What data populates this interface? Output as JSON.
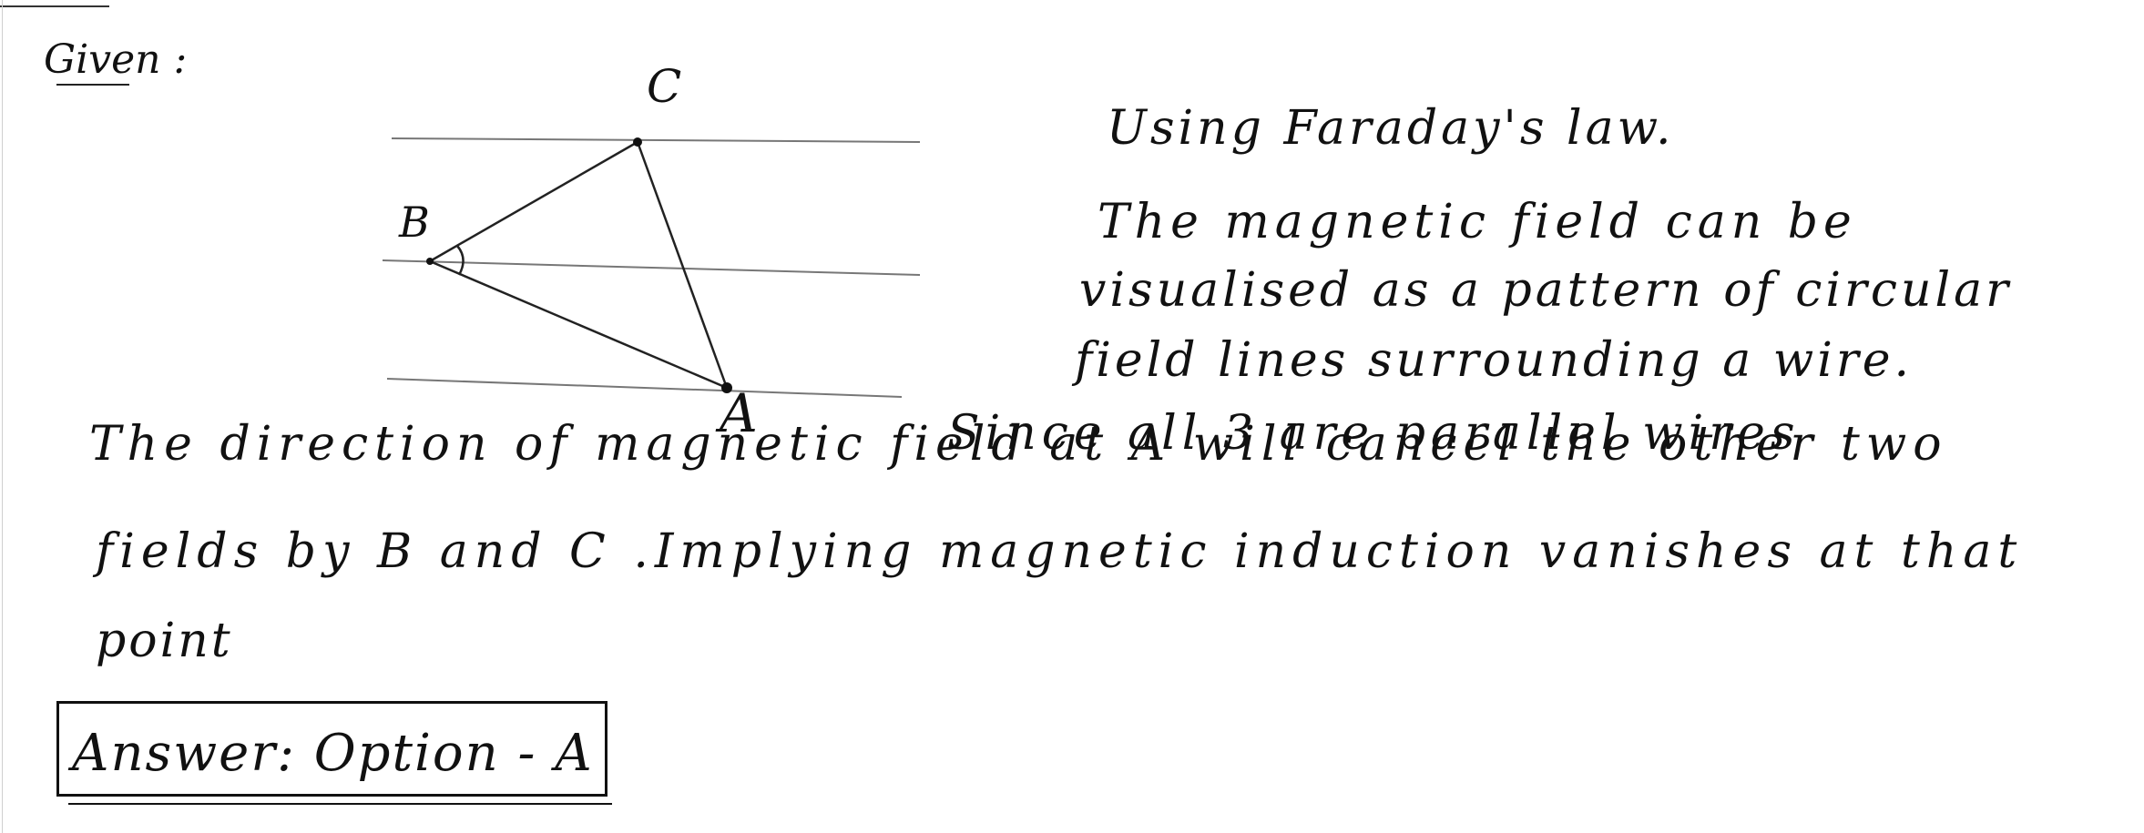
{
  "heading": {
    "given": "Given :"
  },
  "diagram": {
    "label_a": "A",
    "label_b": "B",
    "label_c": "C"
  },
  "explanation": {
    "line1": "Using Faraday's law.",
    "line2": "The magnetic field can be",
    "line3": "visualised as a pattern of circular",
    "line4": "field lines surrounding a wire.",
    "line5": "Since all 3 are parallel wires"
  },
  "conclusion": {
    "line1": "The direction of magnetic field at A will cancel the other two",
    "line2": "fields by B and C .Implying magnetic induction vanishes at that",
    "line3": "point"
  },
  "answer": {
    "text": "Answer: Option - A"
  }
}
